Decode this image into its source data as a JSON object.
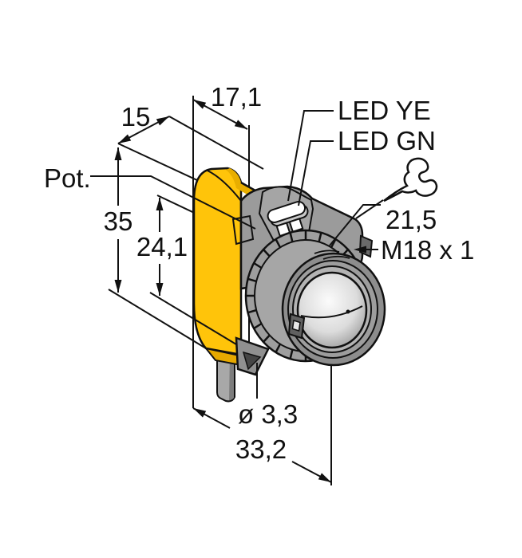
{
  "drawing": {
    "type": "sensor-dimension-drawing",
    "labels": {
      "dim_width_top": "17,1",
      "dim_depth": "15",
      "pot": "Pot.",
      "dim_height": "35",
      "dim_lens_center": "24,1",
      "led_yellow": "LED YE",
      "led_green": "LED GN",
      "dim_wrench_flat": "21,5",
      "thread": "M18 x 1",
      "mounting_hole": "ø 3,3",
      "dim_overall_length": "33,2"
    },
    "colors": {
      "housing_yellow": "#FFC40A",
      "housing_gray": "#9B9B9B",
      "line": "#111111",
      "background": "#FFFFFF"
    },
    "icons": [
      "wrench-icon"
    ]
  }
}
